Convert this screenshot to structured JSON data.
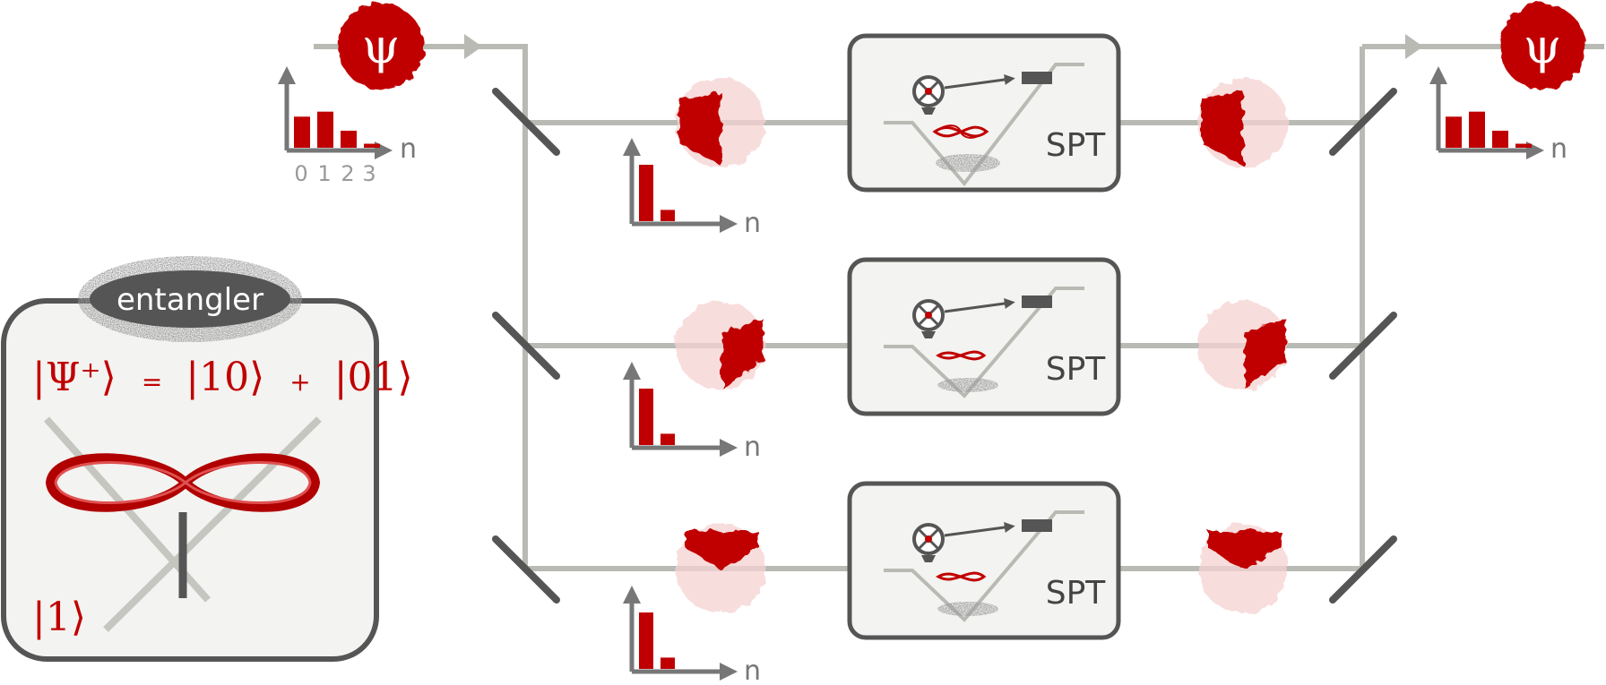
{
  "input_state": {
    "symbol": "ψ"
  },
  "output_state": {
    "symbol": "ψ"
  },
  "input_histogram": {
    "axis_label": "n",
    "tick_labels": [
      "0",
      "1",
      "2",
      "3"
    ],
    "values": [
      0.62,
      0.72,
      0.34,
      0.08
    ]
  },
  "output_histogram": {
    "axis_label": "n",
    "values": [
      0.62,
      0.72,
      0.34,
      0.08
    ]
  },
  "branch_histograms": [
    {
      "axis_label": "n",
      "values": [
        0.9,
        0.18
      ]
    },
    {
      "axis_label": "n",
      "values": [
        0.9,
        0.18
      ]
    },
    {
      "axis_label": "n",
      "values": [
        0.9,
        0.18
      ]
    }
  ],
  "detectors": [
    {
      "label": "SPT"
    },
    {
      "label": "SPT"
    },
    {
      "label": "SPT"
    }
  ],
  "entangler": {
    "title": "entangler",
    "state_lhs": "|Ψ⁺⟩",
    "equals": "=",
    "term1": "|10⟩",
    "plus": "+",
    "term2": "|01⟩",
    "input_state": "|1⟩"
  },
  "colors": {
    "accent": "#c00000",
    "accent_light": "#f6d2d2",
    "beam": "#b8bab3",
    "dark": "#555555",
    "box_fill": "#f3f3f1"
  }
}
